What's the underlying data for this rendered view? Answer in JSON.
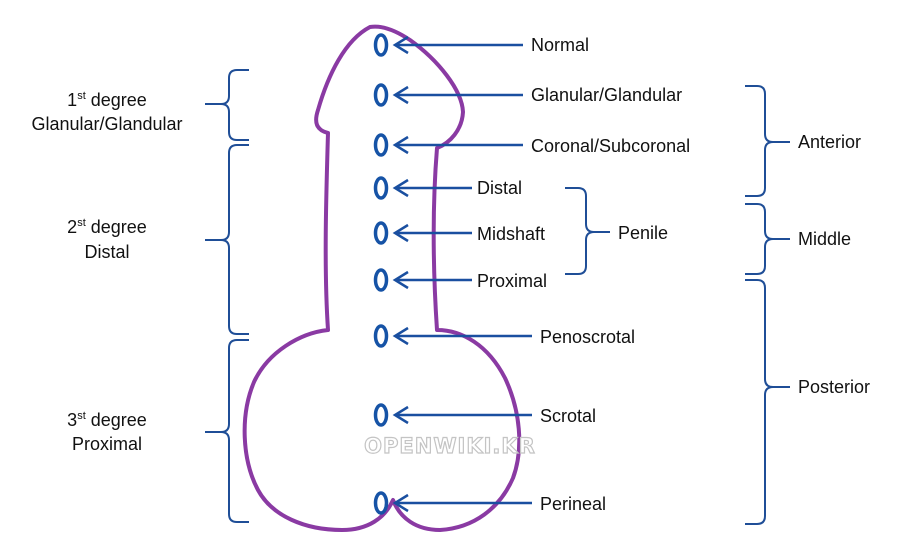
{
  "left_labels": [
    {
      "num": "1",
      "sup": "st",
      "word": " degree",
      "sub": "Glanular/Glandular"
    },
    {
      "num": "2",
      "sup": "st",
      "word": " degree",
      "sub": "Distal"
    },
    {
      "num": "3",
      "sup": "st",
      "word": " degree",
      "sub": "Proximal"
    }
  ],
  "locations": [
    "Normal",
    "Glanular/Glandular",
    "Coronal/Subcoronal",
    "Distal",
    "Midshaft",
    "Proximal",
    "Penoscrotal",
    "Scrotal",
    "Perineal"
  ],
  "penile_group": "Penile",
  "right_groups": [
    "Anterior",
    "Middle",
    "Posterior"
  ],
  "watermark": "OPENWIKI.KR",
  "colors": {
    "outline": "#8a3aa3",
    "marker": "#1653a6",
    "bracket": "#1f4e97",
    "text": "#111111"
  }
}
